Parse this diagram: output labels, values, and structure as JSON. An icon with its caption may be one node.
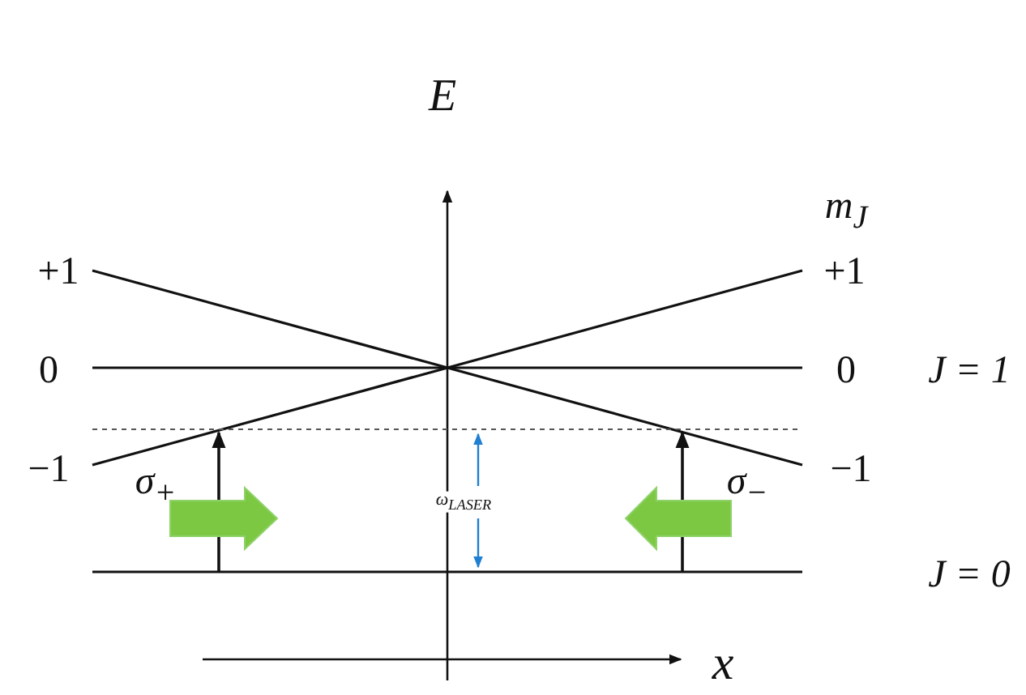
{
  "diagram": {
    "labels": [
      "E",
      "m$_{J}$",
      "+1",
      "+1",
      "0",
      "0",
      "J = 1",
      "−1",
      "−1",
      "σ$_{+}$",
      "σ$_{−}$",
      "ω$_{LASER}$",
      "J = 0",
      "x"
    ]
  }
}
